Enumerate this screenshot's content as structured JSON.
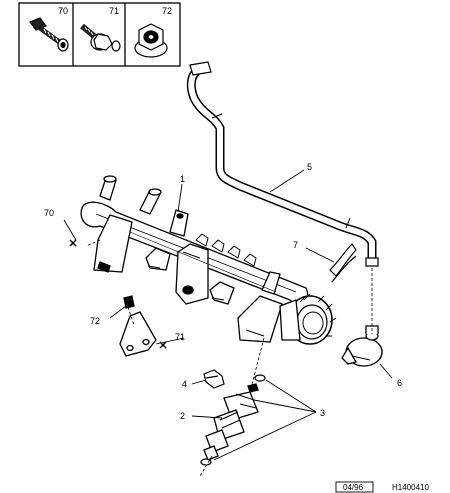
{
  "legend": {
    "items": [
      {
        "number": "70",
        "icon": "screw-icon"
      },
      {
        "number": "71",
        "icon": "bolt-washer-icon"
      },
      {
        "number": "72",
        "icon": "flange-nut-icon"
      }
    ]
  },
  "callouts": {
    "c1": "1",
    "c2": "2",
    "c3": "3",
    "c4": "4",
    "c5": "5",
    "c6": "6",
    "c7": "7",
    "c70": "70",
    "c71": "71",
    "c72": "72"
  },
  "footer": {
    "date": "04/96",
    "ref": "H1400410"
  }
}
